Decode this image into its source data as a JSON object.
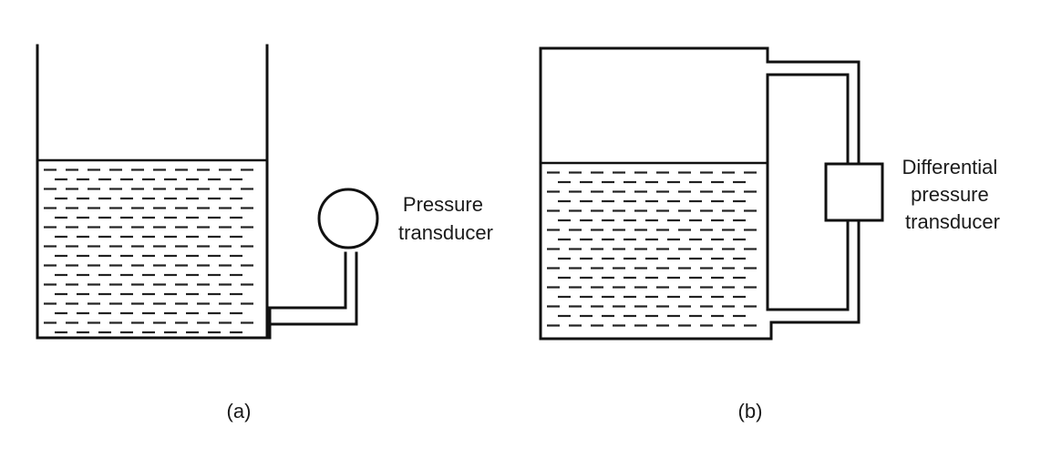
{
  "panel_a": {
    "caption": "(a)",
    "transducer_label_lines": [
      "Pressure",
      "transducer"
    ]
  },
  "panel_b": {
    "caption": "(b)",
    "transducer_label_lines": [
      "Differential",
      "pressure",
      "transducer"
    ]
  },
  "colors": {
    "ink": "#111111",
    "background": "#ffffff"
  }
}
